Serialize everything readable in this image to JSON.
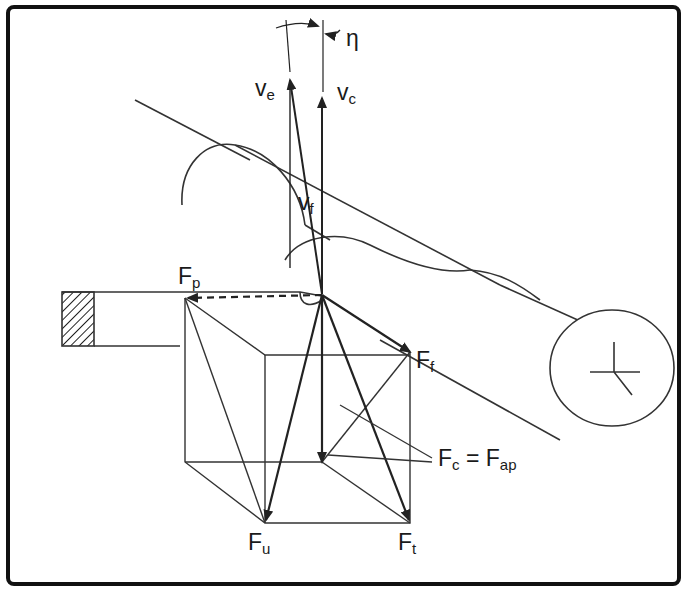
{
  "diagram": {
    "labels": [
      "ve",
      "η",
      "vc",
      "vf",
      "Fp",
      "Ff",
      "Fc = Fap",
      "Fu",
      "Ft"
    ]
  }
}
